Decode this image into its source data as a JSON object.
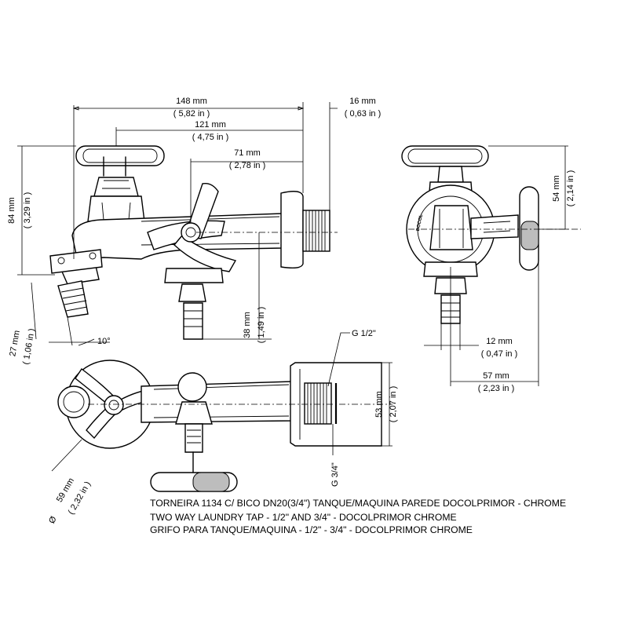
{
  "dimensions": {
    "d148": {
      "mm": "148 mm",
      "in": "( 5,82 in )"
    },
    "d16": {
      "mm": "16 mm",
      "in": "( 0,63 in )"
    },
    "d121": {
      "mm": "121 mm",
      "in": "( 4,75 in )"
    },
    "d71": {
      "mm": "71 mm",
      "in": "( 2,78 in )"
    },
    "d84": {
      "mm": "84 mm",
      "in": "( 3,29 in )"
    },
    "d27": {
      "mm": "27 mm",
      "in": "( 1,06 in )"
    },
    "angle": "10°",
    "d38": {
      "mm": "38 mm",
      "in": "( 1,49 in )"
    },
    "d54": {
      "mm": "54 mm",
      "in": "( 2,14 in )"
    },
    "d12": {
      "mm": "12 mm",
      "in": "( 0,47 in )"
    },
    "d57": {
      "mm": "57 mm",
      "in": "( 2,23 in )"
    },
    "d53": {
      "mm": "53 mm",
      "in": "( 2,07 in )"
    },
    "d59": {
      "mm": "59 mm",
      "in": "( 2,32 in )",
      "diameter_symbol": "Ø"
    }
  },
  "threads": {
    "g_half": "G 1/2\"",
    "g_three_quarter": "G 3/4\""
  },
  "brand_mark": "DOCOL",
  "caption": {
    "line1": "TORNEIRA 1134 C/ BICO DN20(3/4\") TANQUE/MAQUINA PAREDE DOCOLPRIMOR - CHROME",
    "line2": "TWO WAY LAUNDRY TAP - 1/2\" AND 3/4\" - DOCOLPRIMOR  CHROME",
    "line3": "GRIFO PARA TANQUE/MAQUINA - 1/2\" - 3/4\" - DOCOLPRIMOR  CHROME"
  }
}
